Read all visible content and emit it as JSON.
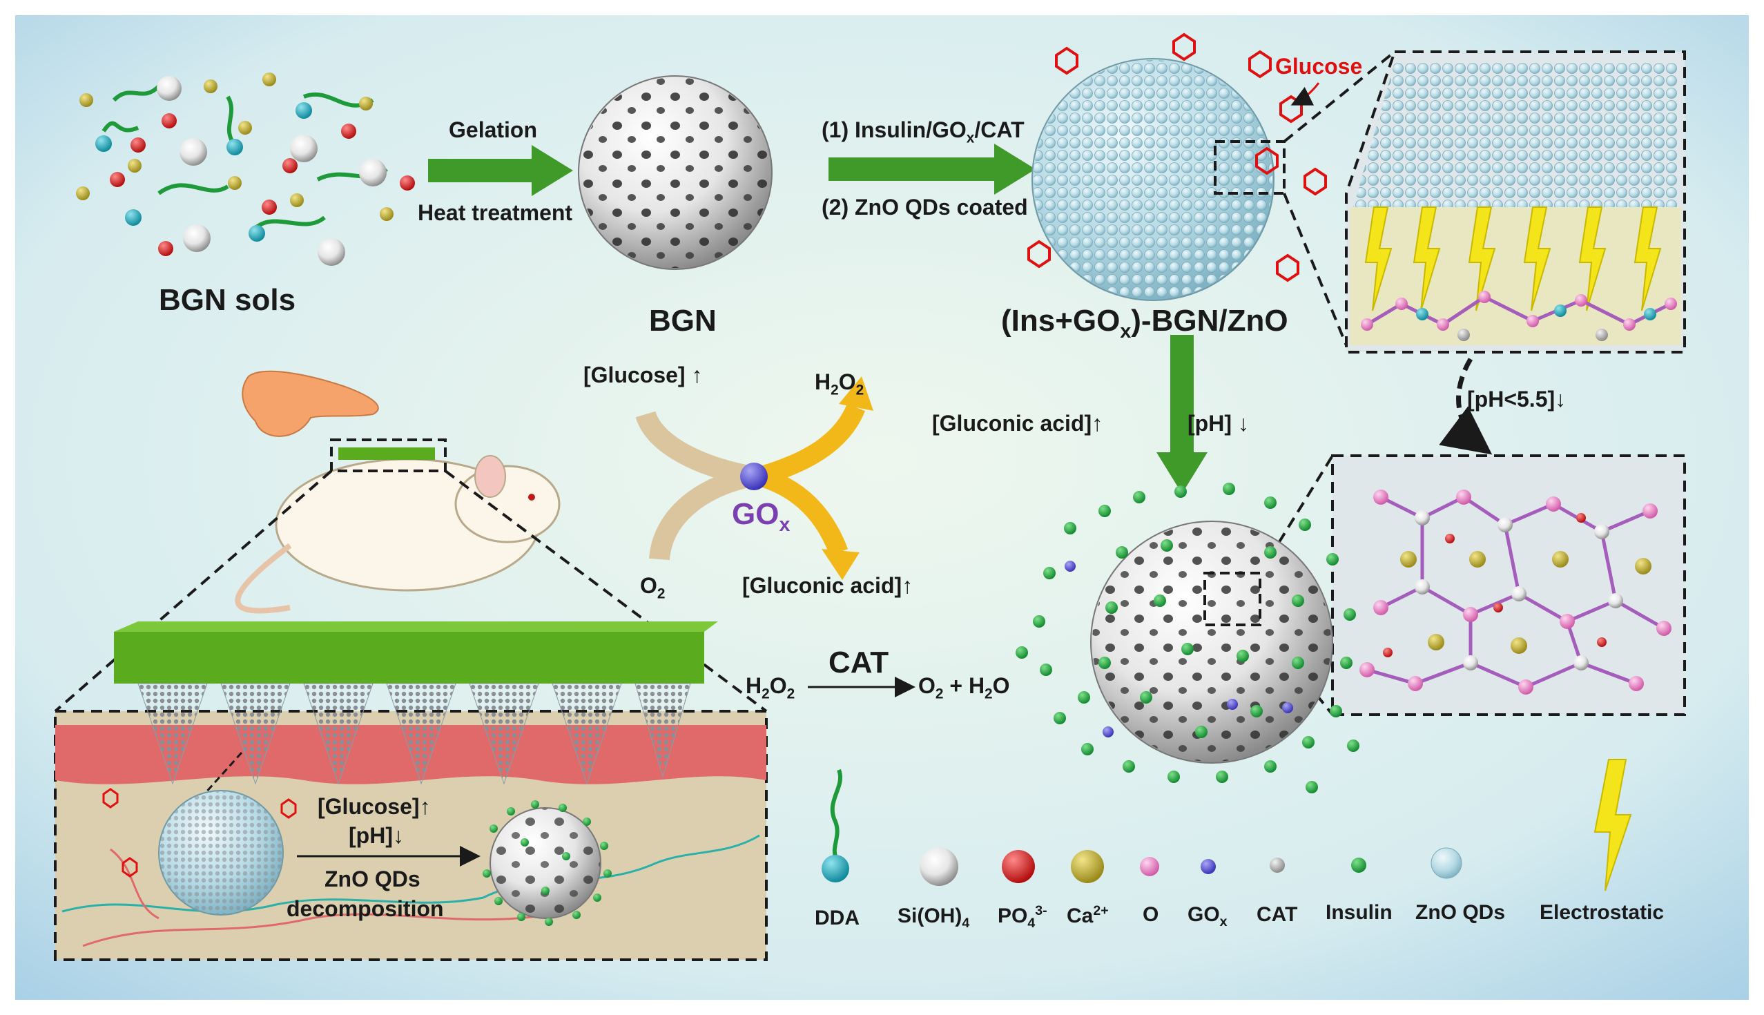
{
  "labels": {
    "bgn_sols": "BGN sols",
    "bgn": "BGN",
    "gelation": "Gelation",
    "heat_treatment": "Heat treatment",
    "step1_prefix": "(1) Insulin/GO",
    "step1_sub": "x",
    "step1_suffix": "/CAT",
    "step2": "(2) ZnO QDs coated",
    "glucose_red": "Glucose",
    "product_prefix": "(Ins+GO",
    "product_sub": "x",
    "product_suffix": ")-BGN/ZnO",
    "glucose_up": "[Glucose]",
    "h2o2_top": "H",
    "h2o2_sub1": "2",
    "h2o2_mid": "O",
    "h2o2_sub2": "2",
    "gox_center": "GO",
    "gox_center_sub": "x",
    "o2_left": "O",
    "o2_left_sub": "2",
    "gluconic_bottom": "[Gluconic acid]",
    "gluconic_mid": "[Gluconic acid]",
    "ph_mid": "[pH]",
    "ph_lt": "[pH<5.5]",
    "cat": "CAT",
    "h2o2_eq": "H",
    "h2o2_eq_sub1": "2",
    "h2o2_eq_mid": "O",
    "h2o2_eq_sub2": "2",
    "o2_eq": "O",
    "o2_eq_sub": "2",
    "plus_h2o": " + H",
    "plus_h2o_sub": "2",
    "plus_h2o_end": "O",
    "inset_glucose": "[Glucose]",
    "inset_ph": "[pH]",
    "inset_zno": "ZnO QDs",
    "inset_decomp": "decomposition",
    "arrow_up": "↑",
    "arrow_down": "↓"
  },
  "legend": [
    {
      "label": "DDA",
      "icon": "dda-chain-icon"
    },
    {
      "label": "Si(OH)",
      "sub": "4",
      "icon": "white-sphere-icon"
    },
    {
      "label": "PO",
      "sub": "4",
      "sup": "3-",
      "icon": "red-sphere-icon"
    },
    {
      "label": "Ca",
      "sup": "2+",
      "icon": "gold-sphere-icon"
    },
    {
      "label": "O",
      "icon": "pink-sphere-icon"
    },
    {
      "label": "GO",
      "sub": "x",
      "icon": "blue-sphere-icon"
    },
    {
      "label": "CAT",
      "icon": "gray-sphere-icon"
    },
    {
      "label": "Insulin",
      "icon": "green-dot-icon"
    },
    {
      "label": "ZnO QDs",
      "icon": "cyan-sphere-icon"
    },
    {
      "label": "Electrostatic",
      "icon": "lightning-icon"
    }
  ],
  "colors": {
    "arrow_green": "#3f9a2a",
    "patch_green": "#5aab1e",
    "skin_red": "#e06a6a",
    "tissue": "#dccfb0",
    "background": "#dff0ee",
    "insulin": "#1aa64a",
    "zno": "#bfe0ea",
    "glucose": "#e01010"
  }
}
